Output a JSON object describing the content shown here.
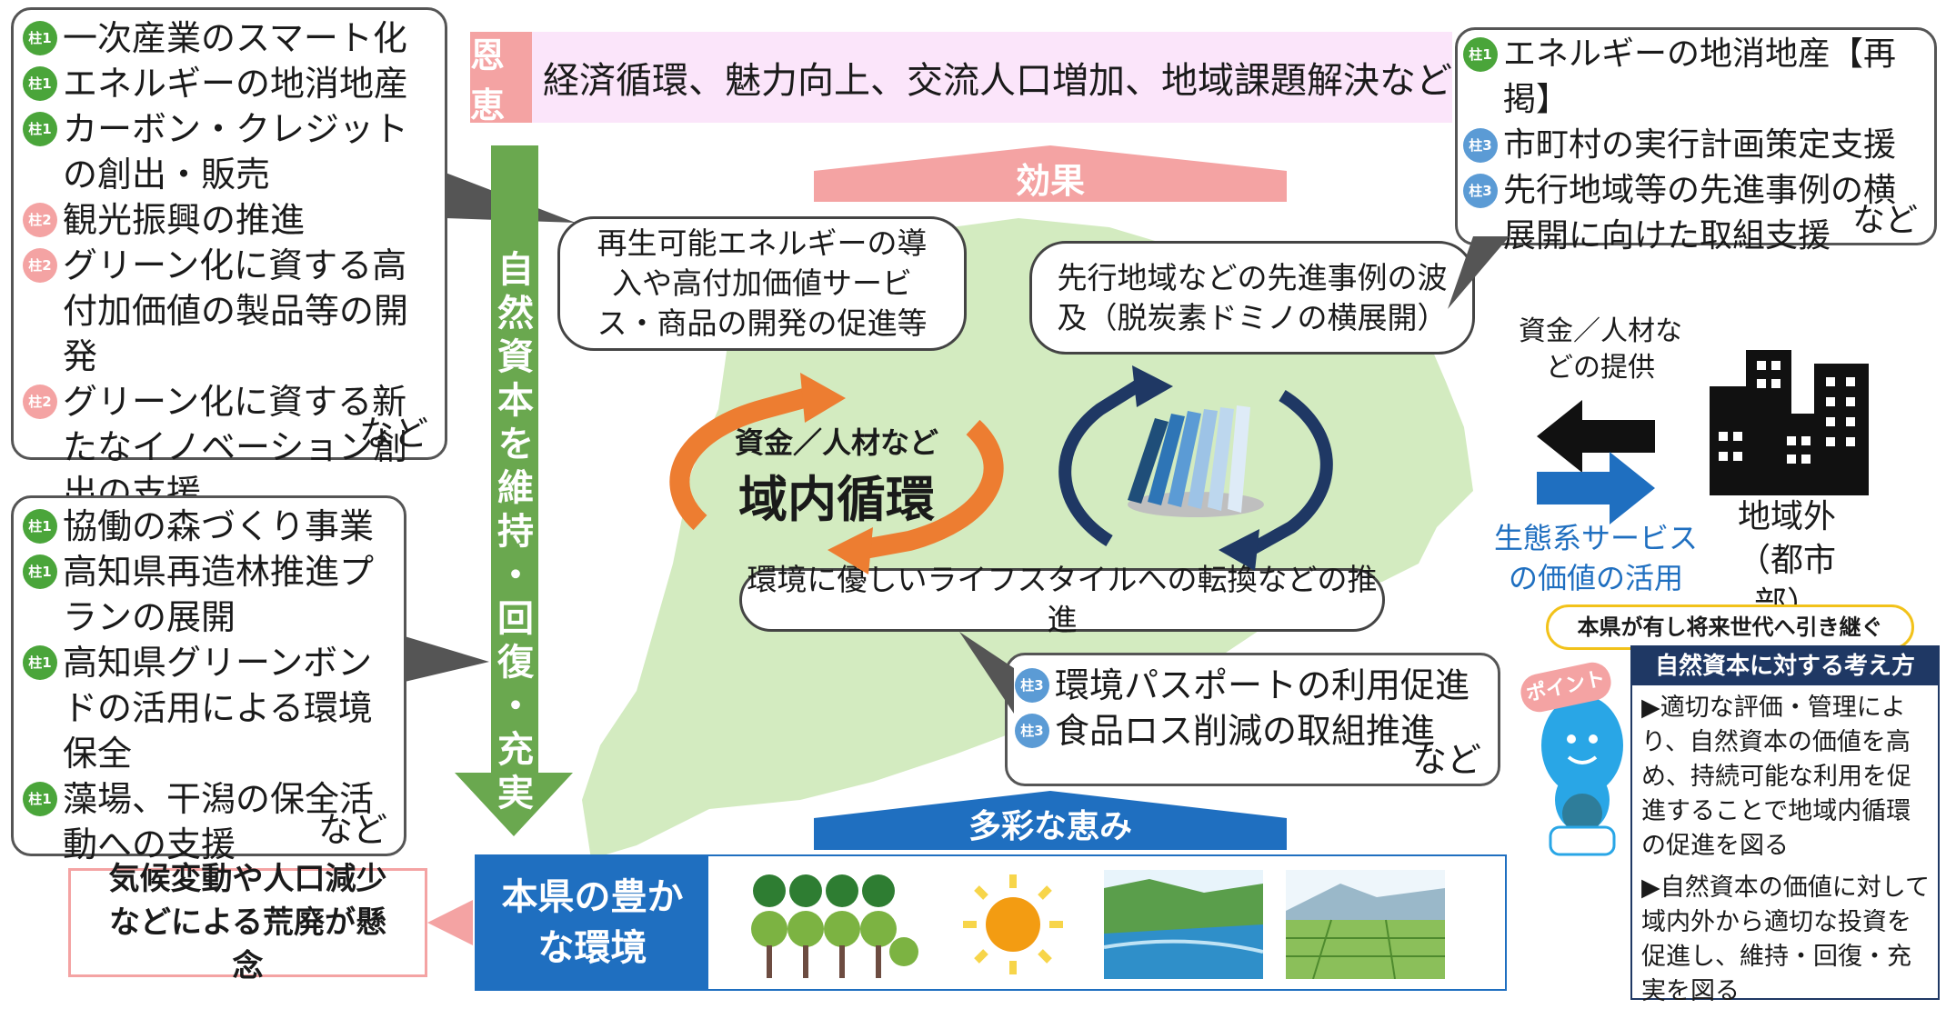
{
  "left_top": {
    "items": [
      {
        "badge": "柱1",
        "text": "一次産業のスマート化"
      },
      {
        "badge": "柱1",
        "text": "エネルギーの地消地産"
      },
      {
        "badge": "柱1",
        "text": "カーボン・クレジットの創出・販売"
      },
      {
        "badge": "柱2",
        "text": "観光振興の推進"
      },
      {
        "badge": "柱2",
        "text": "グリーン化に資する高付加価値の製品等の開発"
      },
      {
        "badge": "柱2",
        "text": "グリーン化に資する新たなイノベーション創出の支援"
      }
    ],
    "etc": "など"
  },
  "left_bottom": {
    "items": [
      {
        "badge": "柱1",
        "text": "協働の森づくり事業"
      },
      {
        "badge": "柱1",
        "text": "高知県再造林推進プランの展開"
      },
      {
        "badge": "柱1",
        "text": "高知県グリーンボンドの活用による環境保全"
      },
      {
        "badge": "柱1",
        "text": "藻場、干潟の保全活動への支援"
      }
    ],
    "etc": "など"
  },
  "benefit": {
    "tag": "恩恵",
    "text": "経済循環、魅力向上、交流人口増加、地域課題解決など"
  },
  "effect_label": "効果",
  "variety_label": "多彩な恵み",
  "vertical_arrow": "自然資本を維持・回復・充実",
  "bubble_left": "再生可能エネルギーの導入や高付加価値サービス・商品の開発の促進等",
  "bubble_right": "先行地域などの先進事例の波及（脱炭素ドミノの横展開）",
  "bubble_bottom": "環境に優しいライフスタイルへの転換などの推進",
  "cycle": {
    "sub": "資金／人材など",
    "main": "域内循環"
  },
  "right_top": {
    "items": [
      {
        "badge": "柱1",
        "text": "エネルギーの地消地産【再掲】"
      },
      {
        "badge": "柱3",
        "text": "市町村の実行計画策定支援"
      },
      {
        "badge": "柱3",
        "text": "先行地域等の先進事例の横展開に向けた取組支援"
      }
    ],
    "etc": "など"
  },
  "middle_bottom": {
    "items": [
      {
        "badge": "柱3",
        "text": "環境パスポートの利用促進"
      },
      {
        "badge": "柱3",
        "text": "食品ロス削減の取組推進"
      }
    ],
    "etc": "など"
  },
  "outside": {
    "supply": "資金／人材などの提供",
    "eco": "生態系サービスの価値の活用",
    "label": "地域外（都市部）"
  },
  "concern": "気候変動や人口減少などによる荒廃が懸念",
  "rich_env": "本県の豊かな環境",
  "point": {
    "heading": "本県が有し将来世代へ引き継ぐ",
    "badge": "ポイント",
    "title": "自然資本に対する考え方",
    "bullets": [
      "▶適切な評価・管理により、自然資本の価値を高め、持続可能な利用を促進することで地域内循環の促進を図る",
      "▶自然資本の価値に対して域内外から適切な投資を促進し、維持・回復・充実を図る"
    ]
  },
  "colors": {
    "green": "#6aa84f",
    "orange": "#ed7d31",
    "navy": "#1f3864",
    "blue": "#1f6fc0",
    "pink": "#f4a3a3",
    "map": "#c8e6b0"
  }
}
